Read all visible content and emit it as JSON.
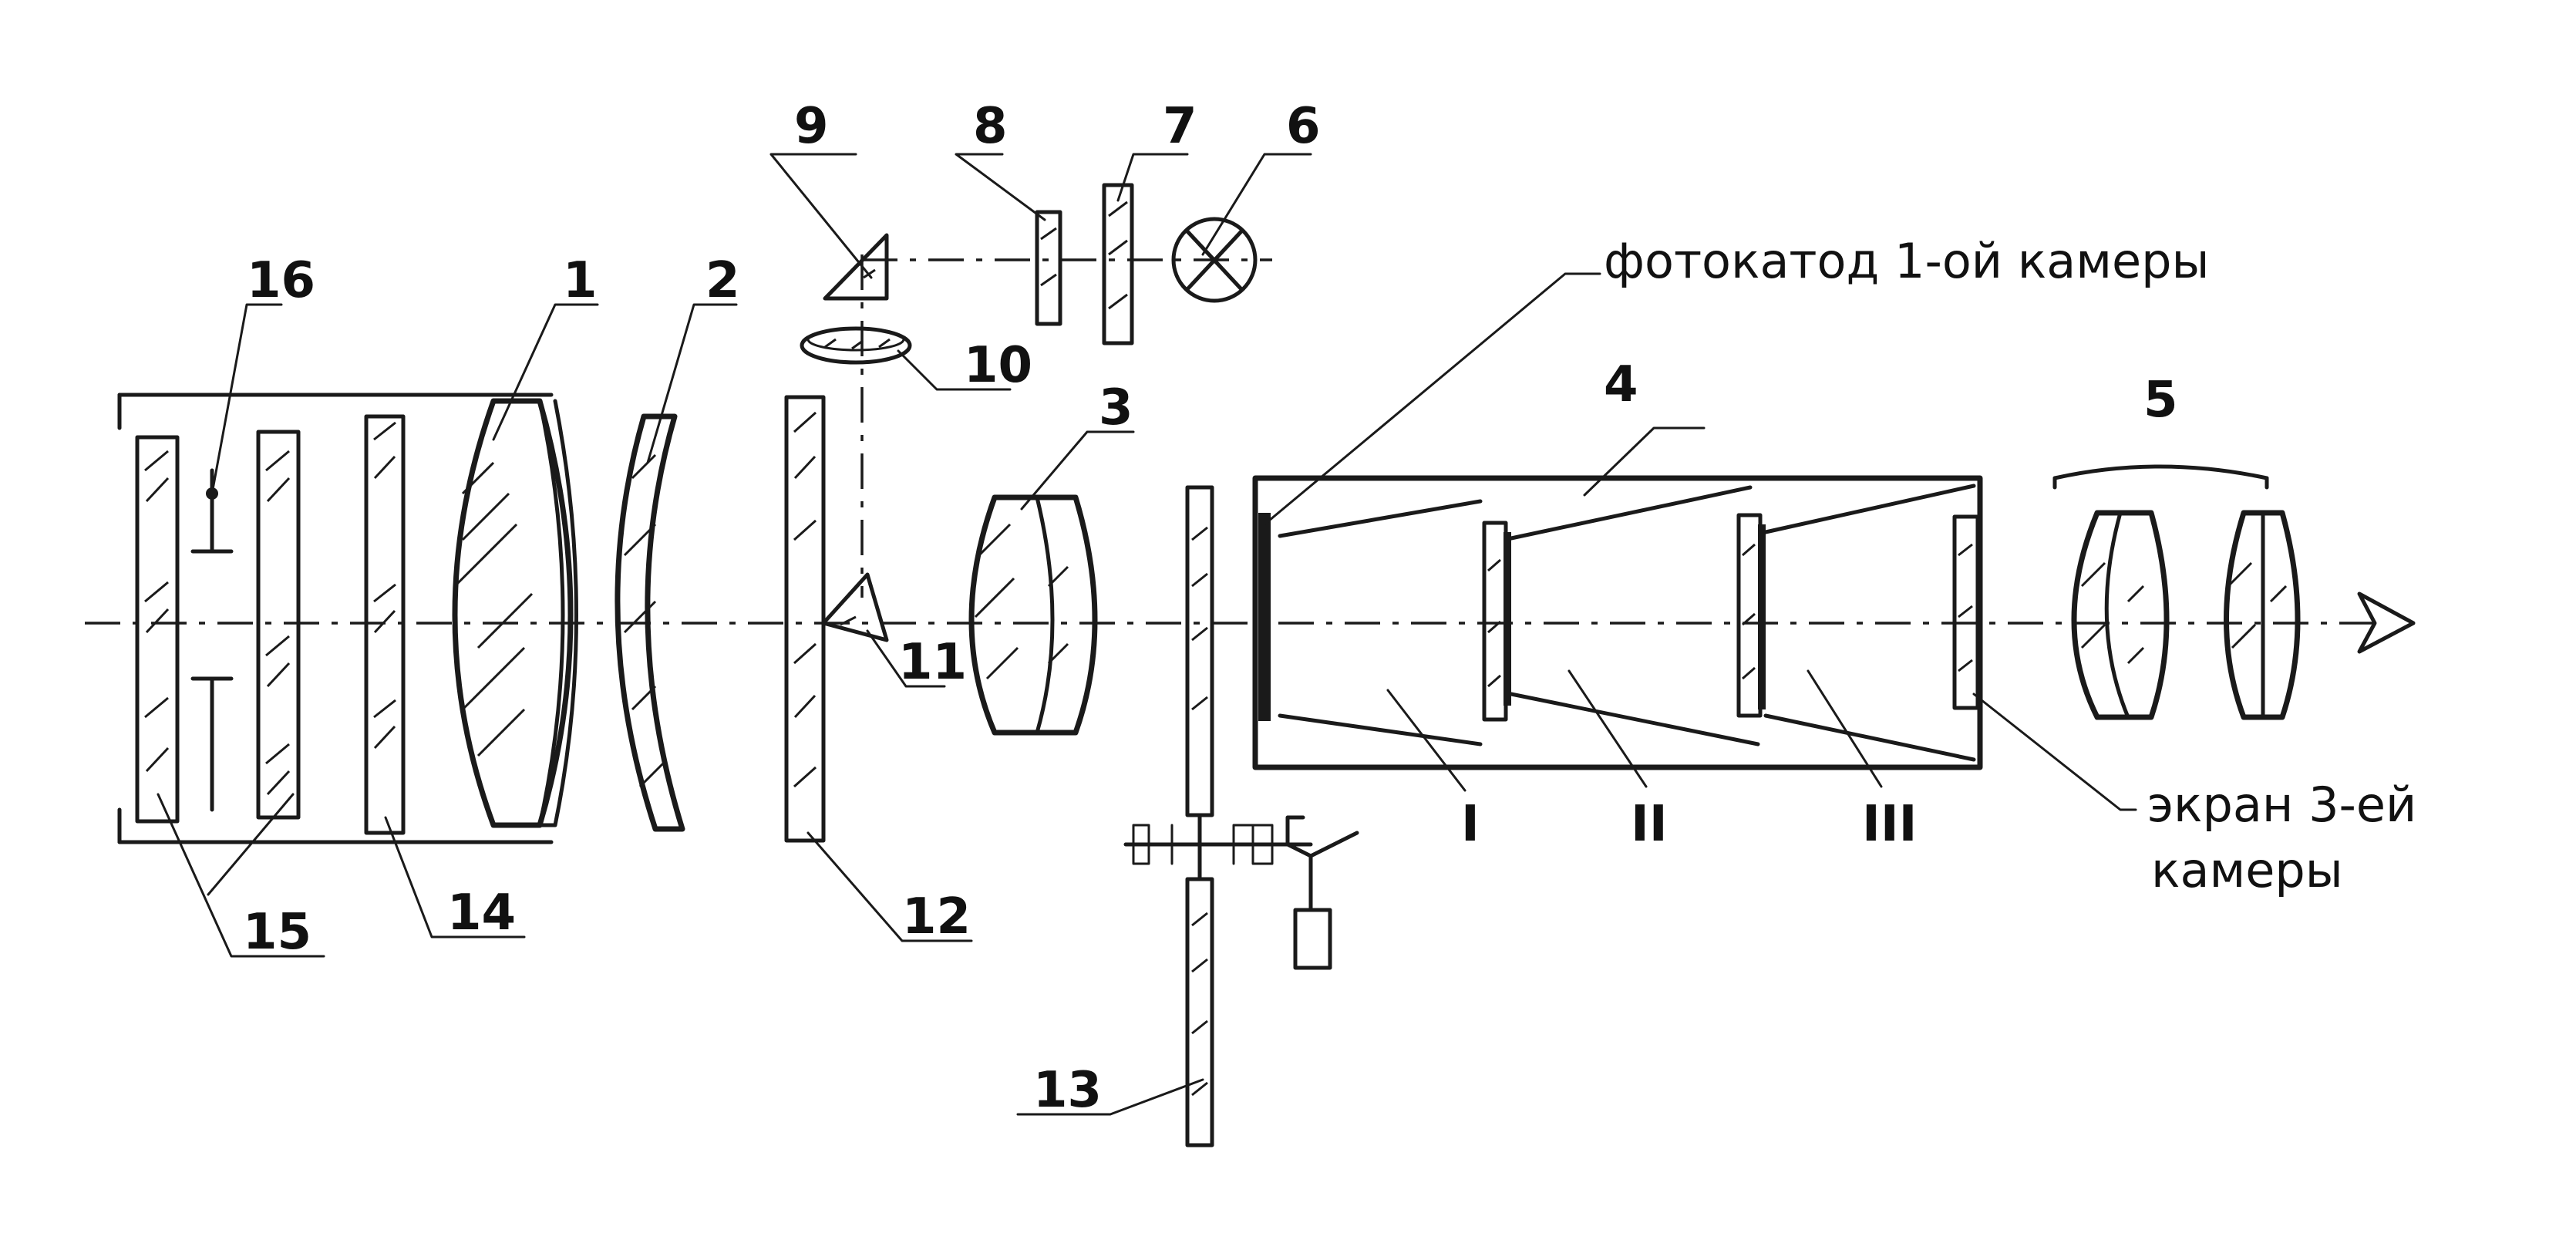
{
  "labels": {
    "n1": "1",
    "n2": "2",
    "n3": "3",
    "n4": "4",
    "n5": "5",
    "n6": "6",
    "n7": "7",
    "n8": "8",
    "n9": "9",
    "n10": "10",
    "n11": "11",
    "n12": "12",
    "n13": "13",
    "n14": "14",
    "n15": "15",
    "n16": "16",
    "cam1": "I",
    "cam2": "II",
    "cam3": "III",
    "photocathode": "фотокатод 1-ой камеры",
    "screen_line1": "экран 3-ей",
    "screen_line2": "камеры"
  }
}
